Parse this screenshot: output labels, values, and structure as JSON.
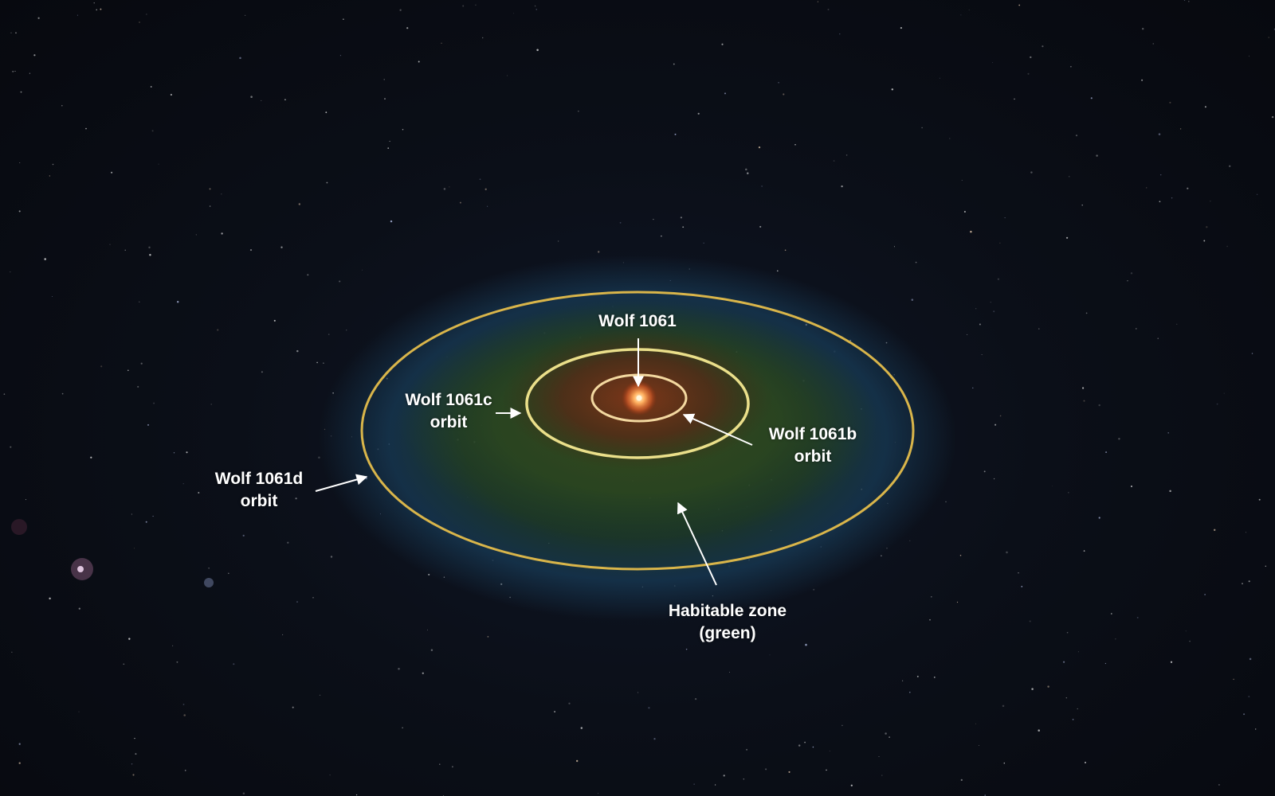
{
  "colors": {
    "background": "#0b0f17",
    "habitable_zone": "#3c7a2a",
    "outer_halo": "#2a5a8a",
    "inner_glow": "#7a2a18",
    "orbit_outer": "#d9b54a",
    "orbit_inner": "#f0e29a",
    "star": "#ff8a40",
    "text": "#ffffff"
  },
  "labels": {
    "star": "Wolf 1061",
    "planet_c": {
      "line1": "Wolf 1061c",
      "line2": "orbit"
    },
    "planet_b": {
      "line1": "Wolf 1061b",
      "line2": "orbit"
    },
    "planet_d": {
      "line1": "Wolf 1061d",
      "line2": "orbit"
    },
    "habitable_zone": {
      "line1": "Habitable zone",
      "line2": "(green)"
    }
  }
}
